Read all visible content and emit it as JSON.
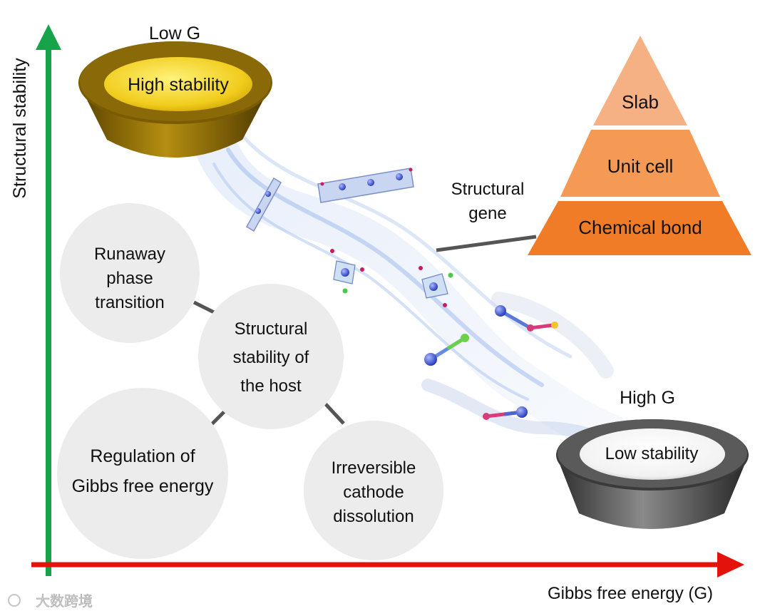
{
  "axes": {
    "y_label": "Structural stability",
    "x_label": "Gibbs free energy (G)"
  },
  "top_platform": {
    "caption": "Low G",
    "label": "High stability"
  },
  "bottom_platform": {
    "caption": "High G",
    "label": "Low stability"
  },
  "pyramid": {
    "tiers": [
      "Slab",
      "Unit cell",
      "Chemical bond"
    ],
    "pointer_label_lines": [
      "Structural",
      "gene"
    ]
  },
  "circles": {
    "center_lines": [
      "Structural",
      "stability of",
      "the host"
    ],
    "runaway_lines": [
      "Runaway",
      "phase",
      "transition"
    ],
    "regulation_lines": [
      "Regulation of",
      "Gibbs free energy"
    ],
    "irreversible_lines": [
      "Irreversible",
      "cathode",
      "dissolution"
    ]
  },
  "watermark": "大数跨境",
  "colors": {
    "y_axis": "#16a34a",
    "x_axis": "#e3120b",
    "gold": "#e8c21c",
    "pyramid_top": "#f5b183",
    "pyramid_mid": "#f59a55",
    "pyramid_bottom": "#f07c27",
    "circle_fill": "#ececec"
  }
}
